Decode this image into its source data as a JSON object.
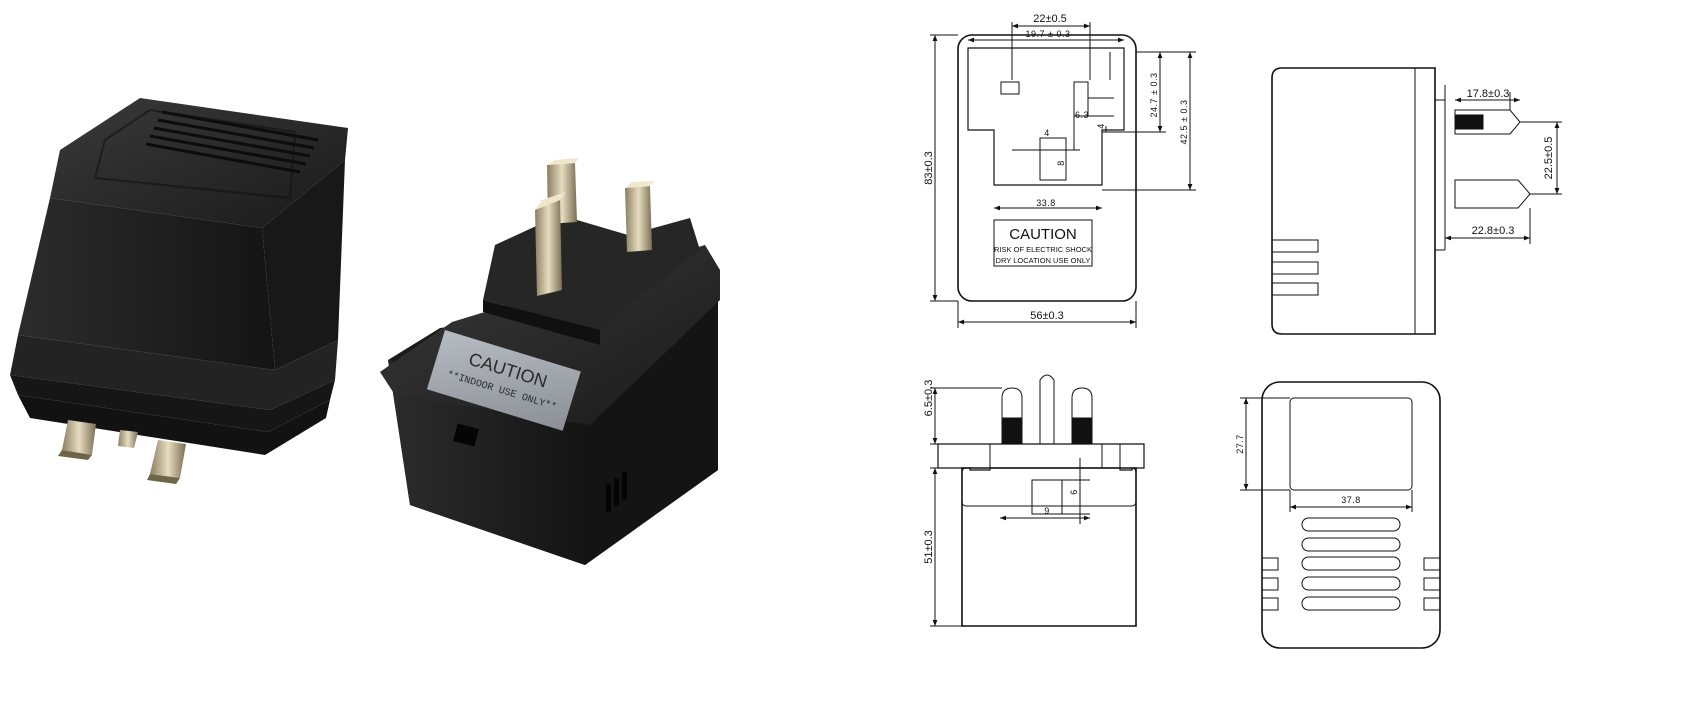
{
  "photo": {
    "caution_title": "CAUTION",
    "caution_text": "**INDOOR USE ONLY**"
  },
  "front_view": {
    "dim_top": "22±0.5",
    "dim_top_inner": "19.7 ± 0.3",
    "dim_height": "83±0.3",
    "dim_plug_height": "24.7 ± 0.3",
    "dim_plate_height": "42.5 ± 0.3",
    "dim_pin_offset": "6.3",
    "dim_pin_w": "4",
    "dim_small_4": "4",
    "dim_small_8": "8",
    "dim_plate_width": "33.8",
    "dim_width": "56±0.3",
    "label": {
      "title": "CAUTION",
      "line1": "RISK OF ELECTRIC SHOCK",
      "line2": "DRY LOCATION USE ONLY"
    }
  },
  "side_view": {
    "dim_pin_len": "17.8±0.3",
    "dim_pin_spacing": "22.5±0.5",
    "dim_earth_len": "22.8±0.3"
  },
  "bottom_view": {
    "dim_pin_top": "6.5±0.3",
    "dim_body_height": "51±0.3",
    "dim_6": "6",
    "dim_9": "9"
  },
  "back_view": {
    "dim_window_height": "27.7",
    "dim_window_width": "37.8"
  },
  "colors": {
    "body_dark": "#1e1e1e",
    "label_grey": "#9aa0a6",
    "pin_silver": "#c9b98f",
    "line": "#111111"
  }
}
